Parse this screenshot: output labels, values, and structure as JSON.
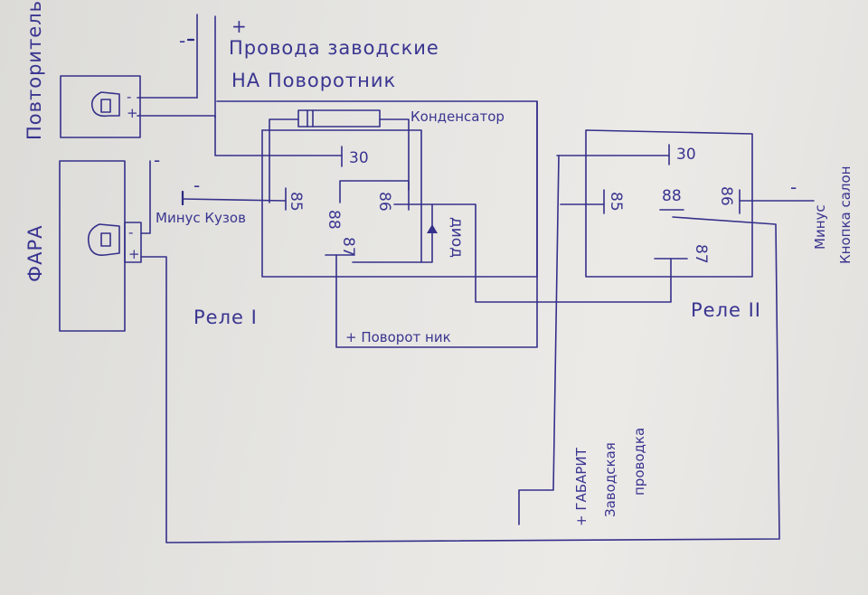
{
  "labels": {
    "factory_wires_line1": "Провода заводские",
    "factory_wires_line2": "НА Поворотник",
    "plus_top": "+",
    "minus_top": "-",
    "repeater": "Повторитель",
    "headlight": "ФАРА",
    "minus_body": "Минус Кузов",
    "capacitor": "Конденсатор",
    "diode": "диод",
    "relay1": "Реле I",
    "relay2": "Реле II",
    "plus_turn": "+ Поворот ник",
    "parking_line1": "+ ГАБАРИТ",
    "parking_line2": "Заводская",
    "parking_line3": "проводка",
    "minus_button_line1": "Минус",
    "minus_button_line2": "Кнопка салон",
    "minus_right": "-",
    "minus_head": "-",
    "minus_body_sign": "-",
    "repeater_minus": "-",
    "repeater_plus": "+",
    "head_minus": "-",
    "head_plus": "+"
  },
  "relay1_pins": {
    "p30": "30",
    "p85": "85",
    "p88": "88",
    "p86": "86",
    "p87": "87"
  },
  "relay2_pins": {
    "p30": "30",
    "p85": "85",
    "p88": "88",
    "p86": "86",
    "p87": "87"
  },
  "colors": {
    "ink": "#35308a",
    "paper": "#e6e5e2"
  }
}
